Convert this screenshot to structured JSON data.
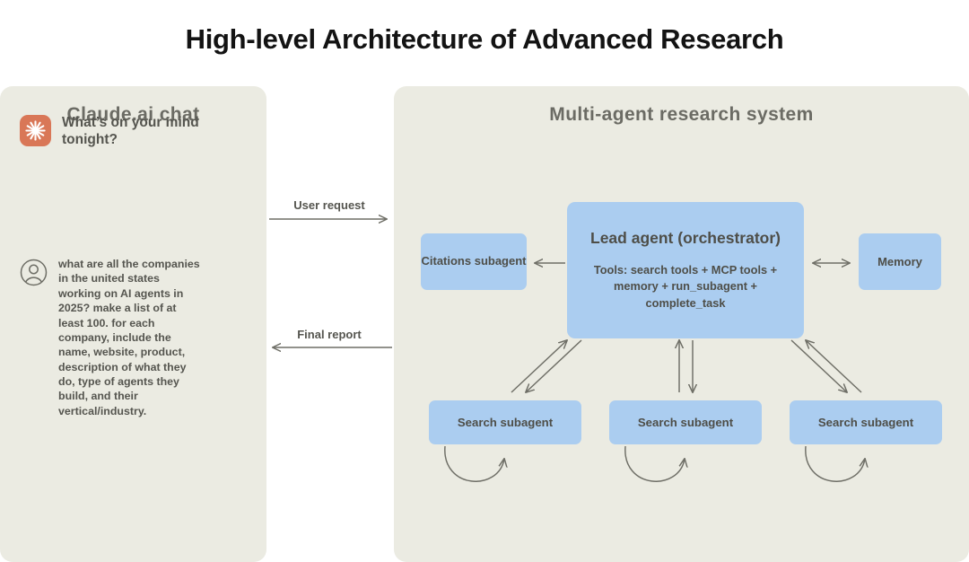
{
  "title": "High-level Architecture of Advanced Research",
  "colors": {
    "page_background": "#ffffff",
    "panel_background": "#ebebe2",
    "node_blue": "#abcdf0",
    "text_dark": "#131313",
    "text_muted": "#55554f",
    "panel_title": "#6b6b64",
    "claude_orange": "#d97757",
    "arrow_stroke": "#6e6e66"
  },
  "chat_panel": {
    "title": "Claude.ai chat",
    "logo_icon": "claude-starburst-icon",
    "greeting": "What’s on your mind tonight?",
    "avatar_icon": "user-avatar-icon",
    "user_message": "what are all the companies in the united states working on AI agents in 2025? make a list of at least 100. for each company, include the name, website, product, description of what they do, type of agents they build, and their vertical/industry."
  },
  "connectors": {
    "user_request": "User request",
    "final_report": "Final report"
  },
  "system_panel": {
    "title": "Multi-agent research system",
    "lead_agent": {
      "title": "Lead agent (orchestrator)",
      "tools": "Tools: search tools + MCP tools + memory + run_subagent + complete_task"
    },
    "citations_subagent": "Citations subagent",
    "memory": "Memory",
    "search_subagents": [
      "Search subagent",
      "Search subagent",
      "Search subagent"
    ]
  }
}
